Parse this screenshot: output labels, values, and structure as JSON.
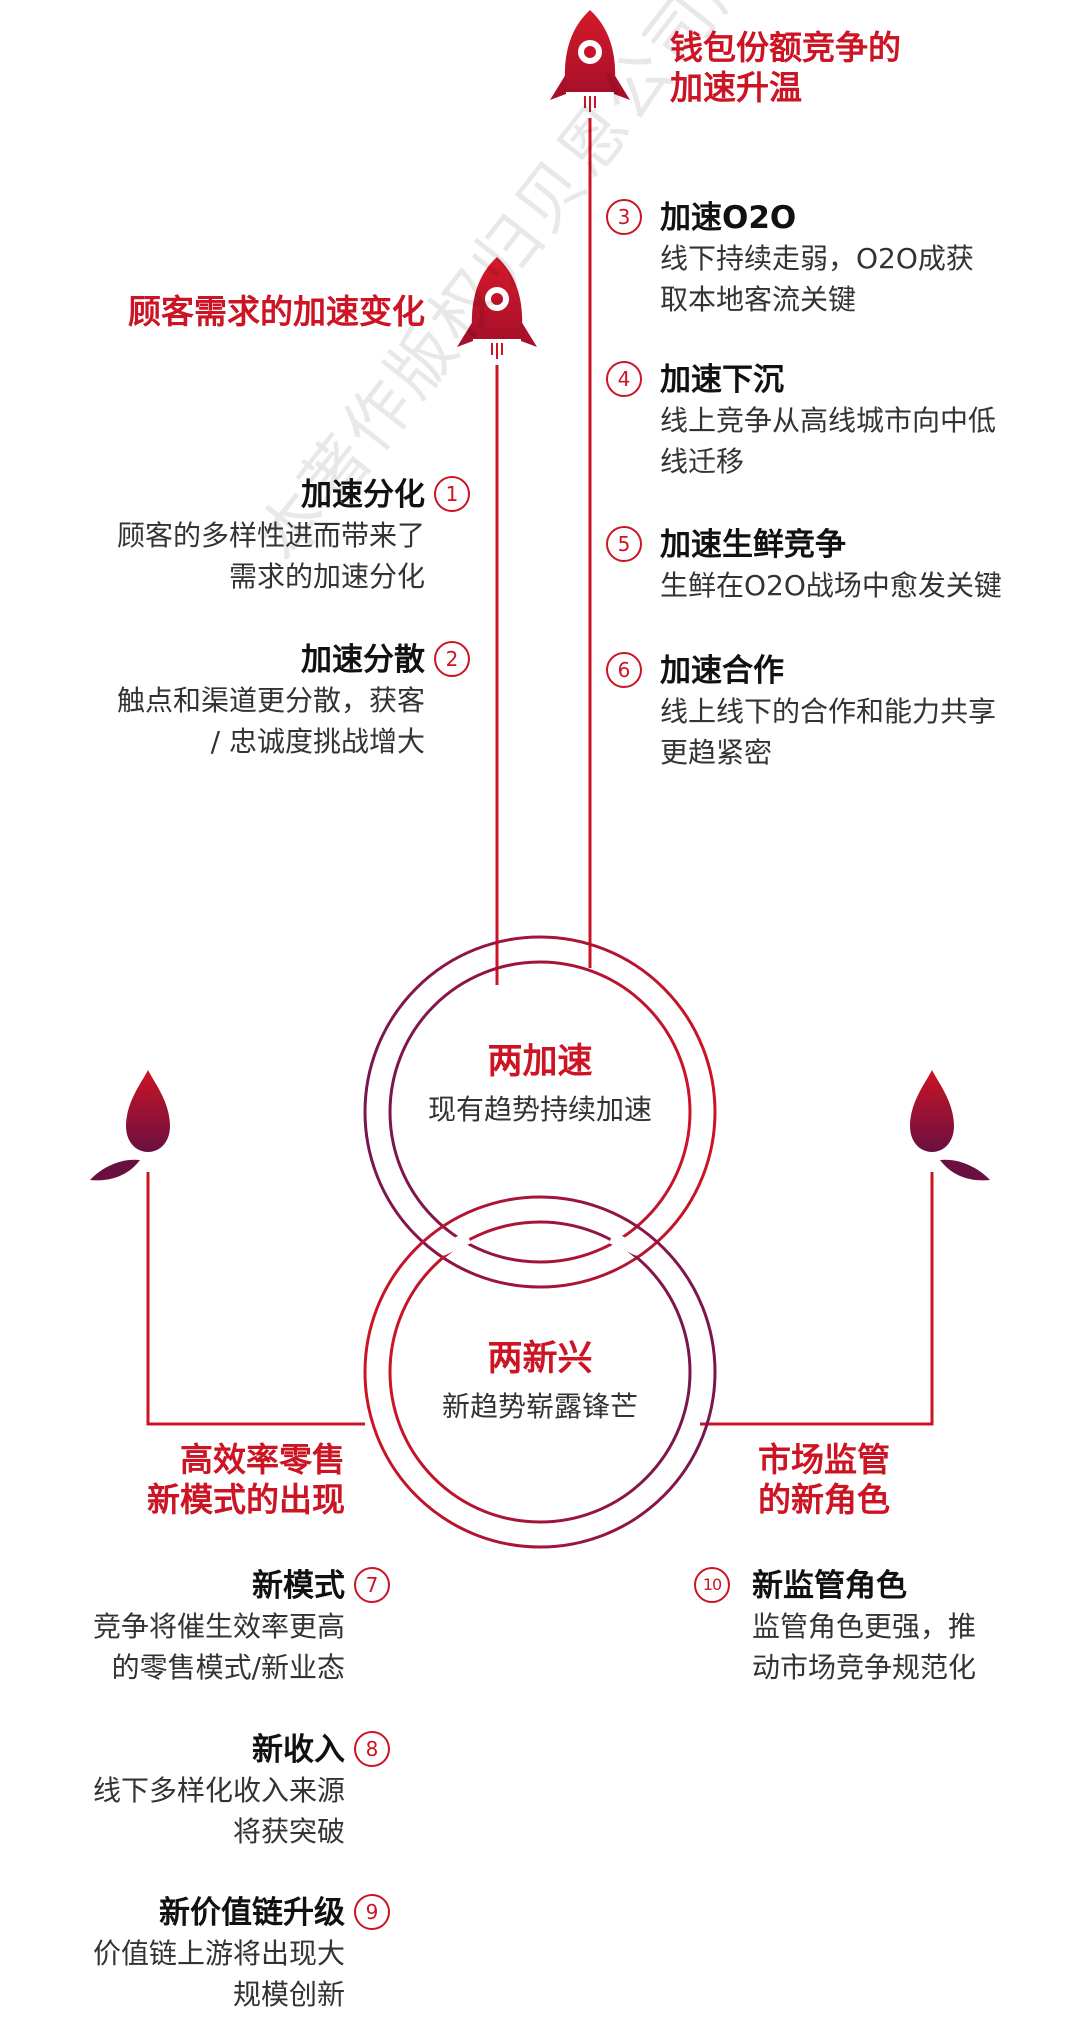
{
  "watermark": "本著作版权归贝恩公司所有",
  "rocket_right": {
    "title_line1": "钱包份额竞争的",
    "title_line2": "加速升温"
  },
  "rocket_left": {
    "title": "顾客需求的加速变化"
  },
  "items": [
    {
      "num": "1",
      "title": "加速分化",
      "line1": "顾客的多样性进而带来了",
      "line2": "需求的加速分化"
    },
    {
      "num": "2",
      "title": "加速分散",
      "line1": "触点和渠道更分散，获客",
      "line2": "/ 忠诚度挑战增大"
    },
    {
      "num": "3",
      "title": "加速O2O",
      "line1": "线下持续走弱，O2O成获",
      "line2": "取本地客流关键"
    },
    {
      "num": "4",
      "title": "加速下沉",
      "line1": "线上竞争从高线城市向中低",
      "line2": "线迁移"
    },
    {
      "num": "5",
      "title": "加速生鲜竞争",
      "line1": "生鲜在O2O战场中愈发关键",
      "line2": ""
    },
    {
      "num": "6",
      "title": "加速合作",
      "line1": "线上线下的合作和能力共享",
      "line2": "更趋紧密"
    },
    {
      "num": "7",
      "title": "新模式",
      "line1": "竞争将催生效率更高",
      "line2": "的零售模式/新业态"
    },
    {
      "num": "8",
      "title": "新收入",
      "line1": "线下多样化收入来源",
      "line2": "将获突破"
    },
    {
      "num": "9",
      "title": "新价值链升级",
      "line1": "价值链上游将出现大",
      "line2": "规模创新"
    },
    {
      "num": "10",
      "title": "新监管角色",
      "line1": "监管角色更强，推",
      "line2": "动市场竞争规范化"
    }
  ],
  "circle_top": {
    "title": "两加速",
    "subtitle": "现有趋势持续加速"
  },
  "circle_bottom": {
    "title": "两新兴",
    "subtitle": "新趋势崭露锋芒"
  },
  "sprout_left": {
    "title_line1": "高效率零售",
    "title_line2": "新模式的出现"
  },
  "sprout_right": {
    "title_line1": "市场监管",
    "title_line2": "的新角色"
  },
  "colors": {
    "accent_red": "#cc1424",
    "accent_purple": "#7a1550",
    "text_dark": "#111111",
    "text_body": "#333333"
  }
}
